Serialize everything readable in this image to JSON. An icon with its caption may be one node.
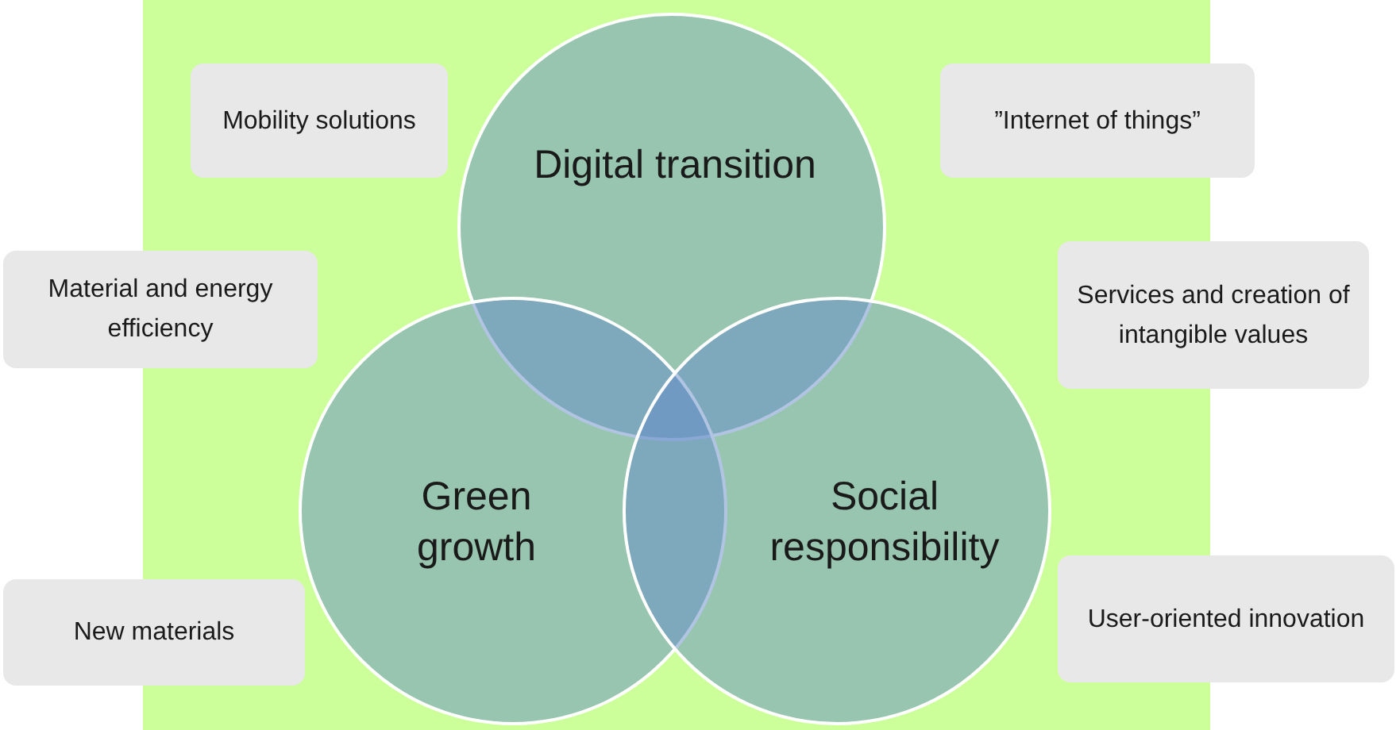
{
  "diagram": {
    "nodes": [
      {
        "text": [
          "Digital transition"
        ]
      },
      {
        "text": [
          "Green growth"
        ]
      },
      {
        "text": [
          "Social responsibility"
        ]
      },
      {
        "text": [
          "Mobility solutions"
        ]
      },
      {
        "text": [
          "”Internet of things”"
        ]
      },
      {
        "text": [
          "Material and energy efficiency"
        ]
      },
      {
        "text": [
          "Services and creation of intangible values"
        ]
      },
      {
        "text": [
          "New materials"
        ]
      },
      {
        "text": [
          "User-oriented innovation"
        ]
      }
    ]
  }
}
